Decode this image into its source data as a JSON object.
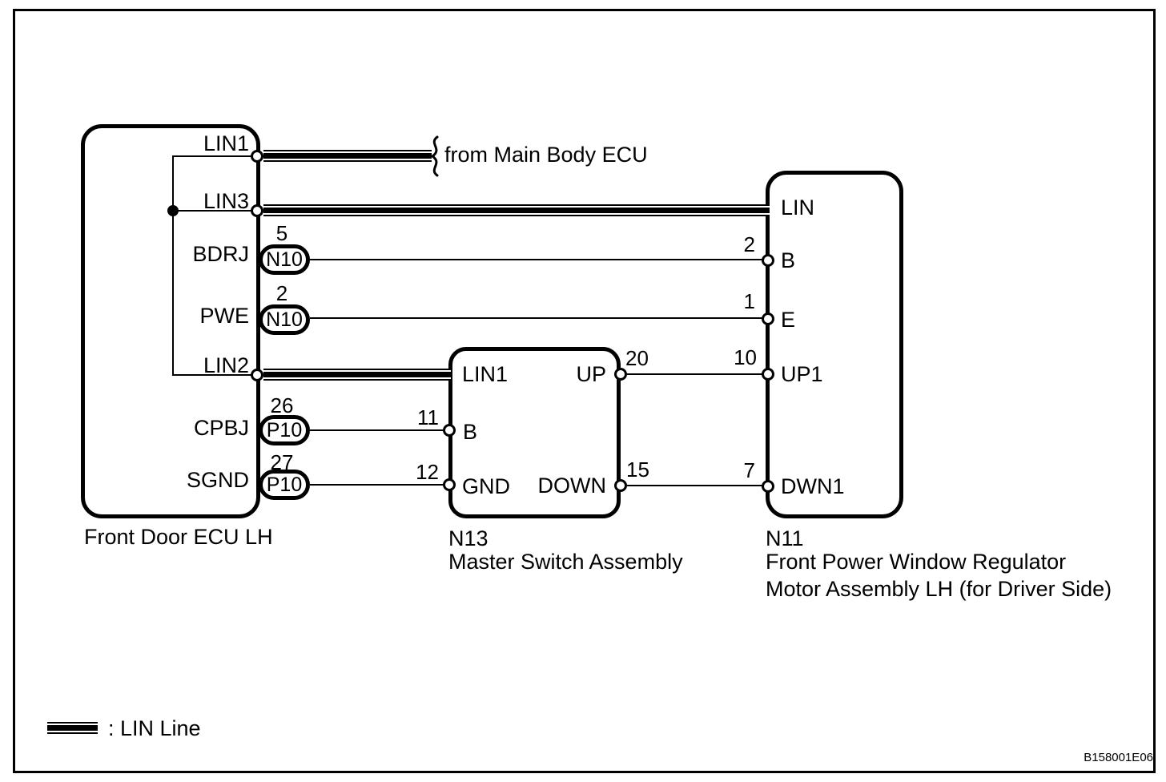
{
  "colors": {
    "ink": "#000000",
    "background": "#ffffff"
  },
  "figure_id": "B158001E06",
  "note_from_main_body_ecu": "from Main Body ECU",
  "legend": {
    "label": ": LIN Line"
  },
  "ecu": {
    "caption": "Front Door ECU LH",
    "pins": {
      "lin1": "LIN1",
      "lin3": "LIN3",
      "bdrj": "BDRJ",
      "pwe": "PWE",
      "lin2": "LIN2",
      "cpbj": "CPBJ",
      "sgnd": "SGND"
    },
    "connectors": {
      "bdrj": {
        "pin_no": "5",
        "code": "N10"
      },
      "pwe": {
        "pin_no": "2",
        "code": "N10"
      },
      "cpbj": {
        "pin_no": "26",
        "code": "P10"
      },
      "sgnd": {
        "pin_no": "27",
        "code": "P10"
      }
    },
    "internal_bus": [
      "LIN1",
      "LIN3",
      "LIN2"
    ]
  },
  "master_switch": {
    "code": "N13",
    "caption": "Master Switch Assembly",
    "pins": {
      "lin1": "LIN1",
      "b": "B",
      "gnd": "GND",
      "up": "UP",
      "down": "DOWN"
    },
    "pin_numbers": {
      "b": "11",
      "gnd": "12",
      "up": "20",
      "down": "15"
    }
  },
  "motor": {
    "code": "N11",
    "caption_line1": "Front Power Window Regulator",
    "caption_line2": "Motor Assembly LH (for Driver Side)",
    "pins": {
      "lin": "LIN",
      "b": "B",
      "e": "E",
      "up1": "UP1",
      "dwn1": "DWN1"
    },
    "pin_numbers": {
      "b": "2",
      "e": "1",
      "up1": "10",
      "dwn1": "7"
    }
  },
  "connections": [
    {
      "from": "Front Door ECU LH.LIN1",
      "to": "Main Body ECU",
      "style": "lin"
    },
    {
      "from": "Front Door ECU LH.LIN3",
      "to": "N11.LIN",
      "style": "lin"
    },
    {
      "from": "Front Door ECU LH.LIN2",
      "to": "N13.LIN1",
      "style": "lin"
    },
    {
      "from": "Front Door ECU LH.BDRJ",
      "via": "N10 pin 5",
      "to": "N11.B pin 2",
      "style": "wire"
    },
    {
      "from": "Front Door ECU LH.PWE",
      "via": "N10 pin 2",
      "to": "N11.E pin 1",
      "style": "wire"
    },
    {
      "from": "Front Door ECU LH.CPBJ",
      "via": "P10 pin 26",
      "to": "N13.B pin 11",
      "style": "wire"
    },
    {
      "from": "Front Door ECU LH.SGND",
      "via": "P10 pin 27",
      "to": "N13.GND pin 12",
      "style": "wire"
    },
    {
      "from": "N13.UP pin 20",
      "to": "N11.UP1 pin 10",
      "style": "wire"
    },
    {
      "from": "N13.DOWN pin 15",
      "to": "N11.DWN1 pin 7",
      "style": "wire"
    }
  ]
}
